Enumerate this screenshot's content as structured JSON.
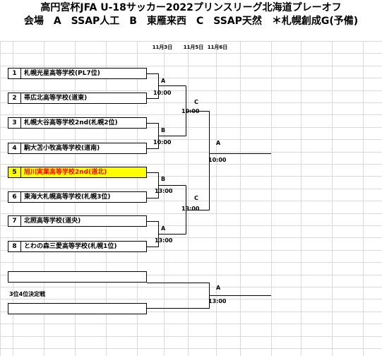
{
  "title": {
    "line1": "高円宮杯JFA U-18サッカー2022プリンスリーグ北海道プレーオフ",
    "line2": "会場　A　SSAP人工　B　東雁来西　C　SSAP天然　＊札幌創成G(予備)"
  },
  "dates": [
    "11月3日",
    "11月5日",
    "11月6日"
  ],
  "teams": [
    {
      "seed": "1",
      "name": "札幌光星高等学校(PL7位)"
    },
    {
      "seed": "2",
      "name": "帯広北高等学校(道東)"
    },
    {
      "seed": "3",
      "name": "札幌大谷高等学校2nd(札幌2位)"
    },
    {
      "seed": "4",
      "name": "駒大苫小牧高等学校(道南)"
    },
    {
      "seed": "5",
      "name": "旭川実業高等学校2nd(道北)",
      "highlight": true
    },
    {
      "seed": "6",
      "name": "東海大札幌高等学校(札幌3位)"
    },
    {
      "seed": "7",
      "name": "北照高等学校(道央)"
    },
    {
      "seed": "8",
      "name": "とわの森三愛高等学校(札幌1位)"
    }
  ],
  "matches": {
    "r1": [
      {
        "venue": "A",
        "time": "10:00"
      },
      {
        "venue": "B",
        "time": "10:00"
      },
      {
        "venue": "B",
        "time": "13:00"
      },
      {
        "venue": "A",
        "time": "13:00"
      }
    ],
    "r2": [
      {
        "venue": "C",
        "time": "10:00"
      },
      {
        "venue": "C",
        "time": "13:00"
      }
    ],
    "final": {
      "venue": "A",
      "time": "10:00"
    },
    "third": {
      "venue": "A",
      "time": "13:00"
    }
  },
  "third_place_label": "3位4位決定戦"
}
